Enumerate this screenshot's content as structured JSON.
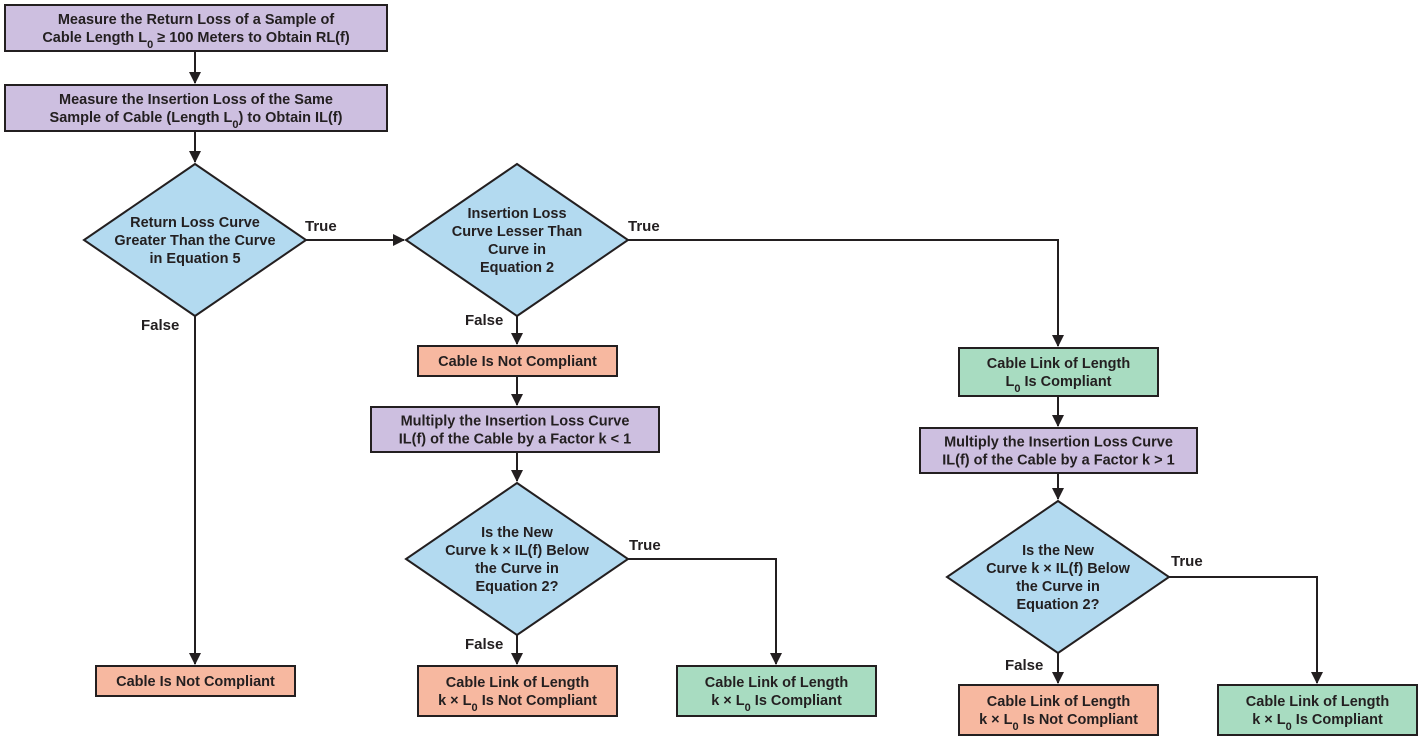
{
  "colors": {
    "process": "#cdbfe0",
    "decision": "#b3daf0",
    "fail": "#f7b8a0",
    "pass": "#a8dcc1",
    "stroke": "#231f20"
  },
  "nodes": [
    {
      "id": "measure-return-loss",
      "kind": "process",
      "lines": [
        "Measure the Return Loss of a Sample of",
        "Cable Length L₀ ≥ 100 Meters to Obtain RL(f)"
      ]
    },
    {
      "id": "measure-insertion-loss",
      "kind": "process",
      "lines": [
        "Measure the Insertion Loss of the Same",
        "Sample of Cable (Length L₀) to Obtain IL(f)"
      ]
    },
    {
      "id": "decision-return-loss",
      "kind": "decision",
      "lines": [
        "Return Loss Curve",
        "Greater Than the Curve",
        "in Equation 5"
      ]
    },
    {
      "id": "decision-insertion-loss",
      "kind": "decision",
      "lines": [
        "Insertion Loss",
        "Curve Lesser Than",
        "Curve in",
        "Equation 2"
      ]
    },
    {
      "id": "not-compliant-1",
      "kind": "fail",
      "lines": [
        "Cable Is Not Compliant"
      ]
    },
    {
      "id": "not-compliant-2",
      "kind": "fail",
      "lines": [
        "Cable Is Not Compliant"
      ]
    },
    {
      "id": "link-l0-compliant",
      "kind": "pass",
      "lines": [
        "Cable Link of Length",
        "L₀ Is Compliant"
      ]
    },
    {
      "id": "multiply-k-less",
      "kind": "process",
      "lines": [
        "Multiply the Insertion Loss Curve",
        "IL(f) of the Cable by a Factor k < 1"
      ]
    },
    {
      "id": "multiply-k-greater",
      "kind": "process",
      "lines": [
        "Multiply the Insertion Loss Curve",
        "IL(f) of the Cable by a Factor k > 1"
      ]
    },
    {
      "id": "decision-new-curve-1",
      "kind": "decision",
      "lines": [
        "Is the New",
        "Curve k × IL(f) Below",
        "the Curve in",
        "Equation 2?"
      ]
    },
    {
      "id": "decision-new-curve-2",
      "kind": "decision",
      "lines": [
        "Is the New",
        "Curve k × IL(f) Below",
        "the Curve in",
        "Equation 2?"
      ]
    },
    {
      "id": "link-k-not-compliant-1",
      "kind": "fail",
      "lines": [
        "Cable Link of Length",
        "k × L₀ Is Not Compliant"
      ]
    },
    {
      "id": "link-k-compliant-1",
      "kind": "pass",
      "lines": [
        "Cable Link of Length",
        "k × L₀ Is Compliant"
      ]
    },
    {
      "id": "link-k-not-compliant-2",
      "kind": "fail",
      "lines": [
        "Cable Link of Length",
        "k × L₀ Is Not Compliant"
      ]
    },
    {
      "id": "link-k-compliant-2",
      "kind": "pass",
      "lines": [
        "Cable Link of Length",
        "k × L₀ Is Compliant"
      ]
    }
  ],
  "edges": [
    {
      "from": "measure-return-loss",
      "to": "measure-insertion-loss",
      "label": ""
    },
    {
      "from": "measure-insertion-loss",
      "to": "decision-return-loss",
      "label": ""
    },
    {
      "from": "decision-return-loss",
      "to": "decision-insertion-loss",
      "label": "True"
    },
    {
      "from": "decision-return-loss",
      "to": "not-compliant-1",
      "label": "False"
    },
    {
      "from": "decision-insertion-loss",
      "to": "link-l0-compliant",
      "label": "True"
    },
    {
      "from": "decision-insertion-loss",
      "to": "not-compliant-2",
      "label": "False"
    },
    {
      "from": "not-compliant-2",
      "to": "multiply-k-less",
      "label": ""
    },
    {
      "from": "multiply-k-less",
      "to": "decision-new-curve-1",
      "label": ""
    },
    {
      "from": "decision-new-curve-1",
      "to": "link-k-compliant-1",
      "label": "True"
    },
    {
      "from": "decision-new-curve-1",
      "to": "link-k-not-compliant-1",
      "label": "False"
    },
    {
      "from": "link-l0-compliant",
      "to": "multiply-k-greater",
      "label": ""
    },
    {
      "from": "multiply-k-greater",
      "to": "decision-new-curve-2",
      "label": ""
    },
    {
      "from": "decision-new-curve-2",
      "to": "link-k-compliant-2",
      "label": "True"
    },
    {
      "from": "decision-new-curve-2",
      "to": "link-k-not-compliant-2",
      "label": "False"
    }
  ]
}
